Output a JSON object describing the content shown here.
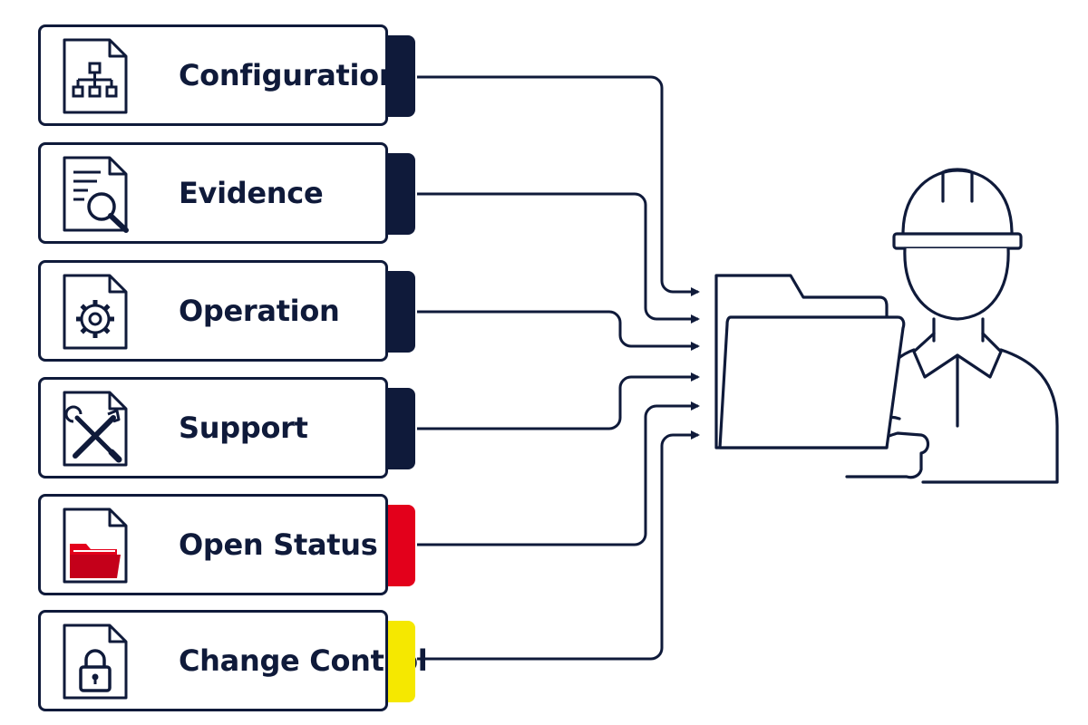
{
  "items": [
    {
      "label": "Configuration",
      "icon": "hierarchy-document-icon",
      "tab_color": "#0f1a3a"
    },
    {
      "label": "Evidence",
      "icon": "document-search-icon",
      "tab_color": "#0f1a3a"
    },
    {
      "label": "Operation",
      "icon": "gear-document-icon",
      "tab_color": "#0f1a3a"
    },
    {
      "label": "Support",
      "icon": "tools-document-icon",
      "tab_color": "#0f1a3a"
    },
    {
      "label": "Open Status",
      "icon": "red-folder-document-icon",
      "tab_color": "#e3001b"
    },
    {
      "label": "Change Control",
      "icon": "lock-document-icon",
      "tab_color": "#f5e800"
    }
  ],
  "target": {
    "icon": "folder-icon",
    "person_icon": "engineer-hardhat-icon"
  },
  "colors": {
    "line": "#0f1a3a",
    "red": "#e3001b",
    "yellow": "#f5e800"
  }
}
